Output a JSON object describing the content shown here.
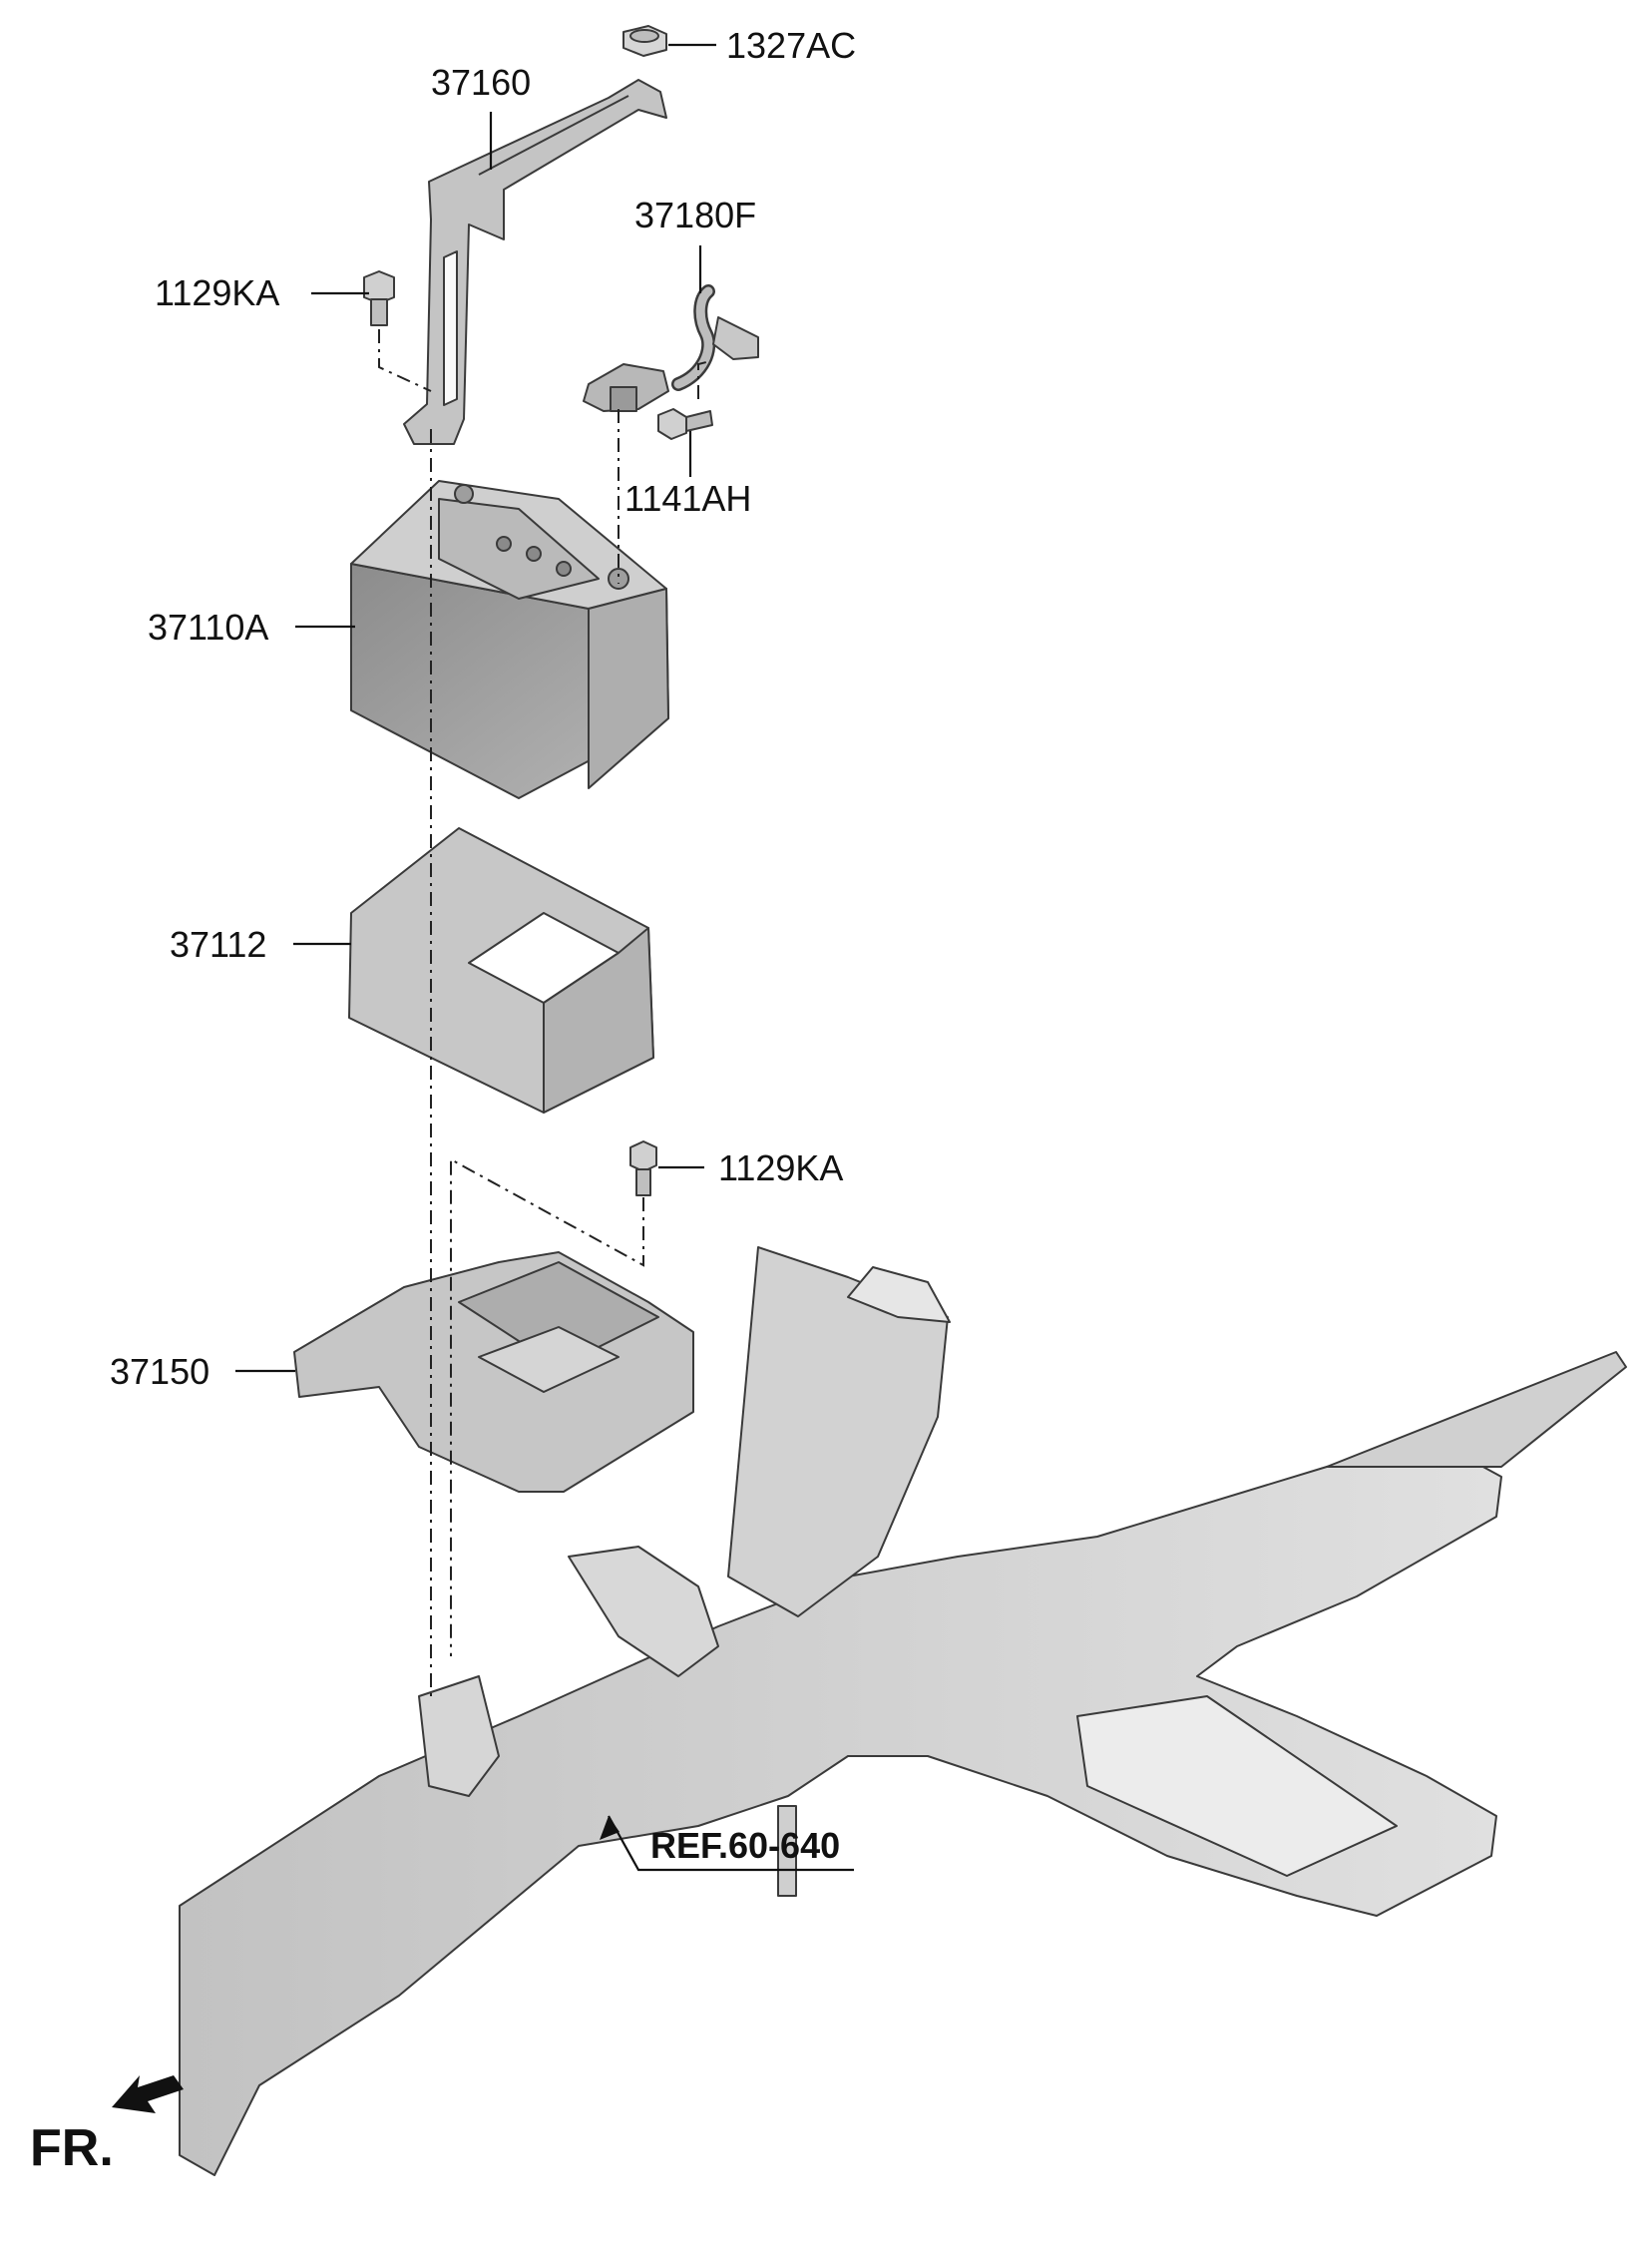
{
  "labels": {
    "nut_top": "1327AC",
    "battery_clamp": "37160",
    "bolt_upper": "1129KA",
    "cable": "37180F",
    "cable_bolt": "1141AH",
    "battery": "37110A",
    "battery_case": "37112",
    "bolt_lower": "1129KA",
    "battery_tray": "37150",
    "reference": "REF.60-640",
    "front": "FR."
  },
  "colors": {
    "part_fill": "#c9c9c9",
    "part_dark": "#9e9e9e",
    "part_light": "#e2e2e2",
    "line": "#111111"
  },
  "icons": {
    "front_direction": "arrow-front-icon"
  }
}
